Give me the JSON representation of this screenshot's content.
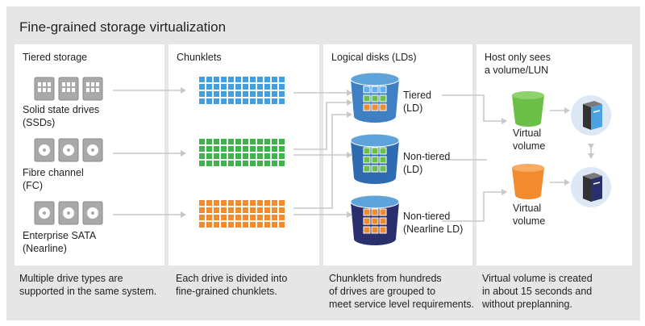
{
  "title": "Fine-grained storage virtualization",
  "columns": [
    {
      "header": [
        "Tiered storage"
      ],
      "caption": [
        "Multiple drive types are",
        "supported in the same system."
      ]
    },
    {
      "header": [
        "Chunklets"
      ],
      "caption": [
        "Each drive is divided into",
        "fine-grained chunklets."
      ]
    },
    {
      "header": [
        "Logical disks (LDs)"
      ],
      "caption": [
        "Chunklets from hundreds",
        "of drives are grouped to",
        "meet service level requirements."
      ]
    },
    {
      "header": [
        "Host only sees",
        "a volume/LUN"
      ],
      "caption": [
        "Virtual volume is created",
        "in about 15 seconds and",
        "without preplanning."
      ]
    }
  ],
  "drives": [
    {
      "label": [
        "Solid state drives",
        "(SSDs)"
      ],
      "icon": "ssd-icon"
    },
    {
      "label": [
        "Fibre channel",
        "(FC)"
      ],
      "icon": "disk-drive-icon"
    },
    {
      "label": [
        "Enterprise SATA",
        "(Nearline)"
      ],
      "icon": "disk-drive-icon"
    }
  ],
  "logical_disks": [
    {
      "label": [
        "Tiered",
        "(LD)"
      ]
    },
    {
      "label": [
        "Non-tiered",
        "(LD)"
      ]
    },
    {
      "label": [
        "Non-tiered",
        "(Nearline LD)"
      ]
    }
  ],
  "volumes": [
    {
      "label": [
        "Virtual",
        "volume"
      ]
    },
    {
      "label": [
        "Virtual",
        "volume"
      ]
    }
  ],
  "colors": {
    "ssd_chunklet": "#3f9fe0",
    "fc_chunklet": "#3fb24a",
    "sata_chunklet": "#f28a2e",
    "ld_light": "#3f7fc4",
    "ld_mid": "#2f6bb0",
    "ld_dark": "#2a2f6e",
    "volume_green": "#6cc04a",
    "volume_orange": "#f28a2e",
    "arrow": "#c8c8c8"
  }
}
